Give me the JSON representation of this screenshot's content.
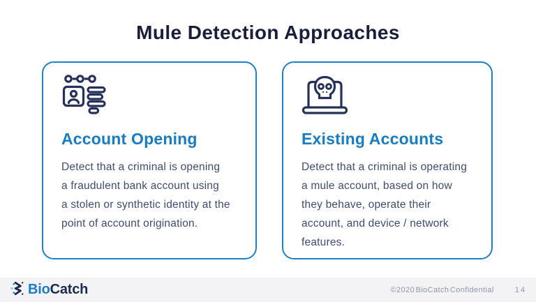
{
  "title": "Mule Detection Approaches",
  "cards": [
    {
      "icon": "id-card-icon",
      "heading": "Account Opening",
      "body": [
        "Detect that a criminal is opening",
        "a fraudulent bank account using",
        "a stolen or synthetic identity at the",
        "point of account origination."
      ]
    },
    {
      "icon": "laptop-skull-icon",
      "heading": "Existing Accounts",
      "body": [
        "Detect that a criminal is operating",
        "a mule account, based on how",
        "they behave, operate their",
        "account, and device / network",
        "features."
      ]
    }
  ],
  "footer": {
    "logo": {
      "mark_icon": "biocatch-logo-mark-icon",
      "bio": "Bio",
      "catch": "Catch"
    },
    "copyright": "©2020 BioCatch Confidential",
    "page_number": "14"
  },
  "colors": {
    "title_navy": "#1a1e3d",
    "heading_blue": "#177cc3",
    "body_slate": "#3e4c72",
    "card_border_blue": "#1c81c8",
    "icon_navy": "#263159",
    "footer_bg": "#f3f3f6",
    "footer_text": "#8d96ab",
    "logo_bio_blue": "#1b7ec5",
    "logo_catch_navy": "#1b2a4e"
  }
}
